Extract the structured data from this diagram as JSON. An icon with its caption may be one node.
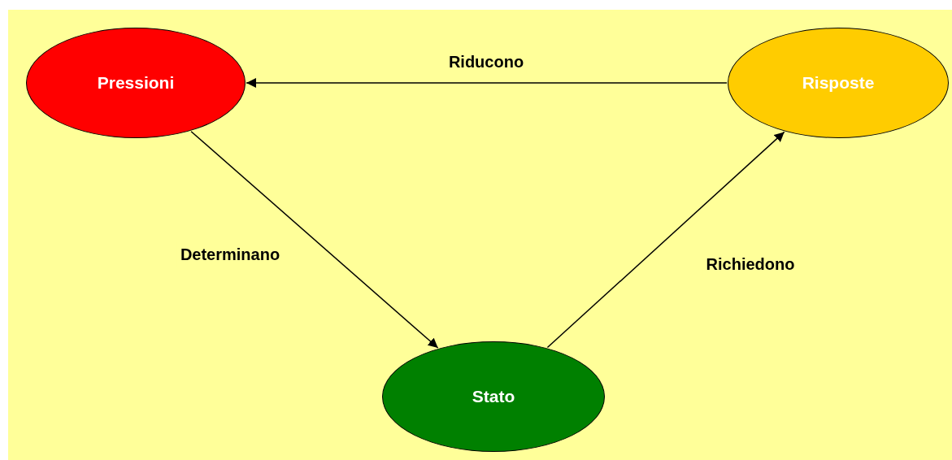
{
  "diagram": {
    "nodes": [
      {
        "text": [
          "Pressioni"
        ]
      },
      {
        "text": [
          "Risposte"
        ]
      },
      {
        "text": [
          "Stato"
        ]
      }
    ],
    "edges": [
      {
        "from": 0,
        "to": 2,
        "arrow": "to",
        "label": "Determinano"
      },
      {
        "from": 2,
        "to": 1,
        "arrow": "to",
        "label": "Richiedono"
      },
      {
        "from": 1,
        "to": 0,
        "arrow": "to",
        "label": "Riducono"
      }
    ]
  }
}
